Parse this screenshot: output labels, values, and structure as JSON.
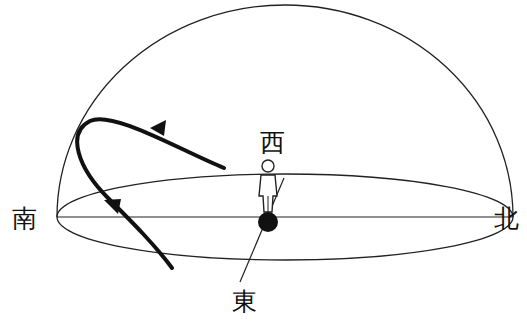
{
  "diagram": {
    "labels": [
      "南",
      "西",
      "北",
      "東"
    ]
  }
}
